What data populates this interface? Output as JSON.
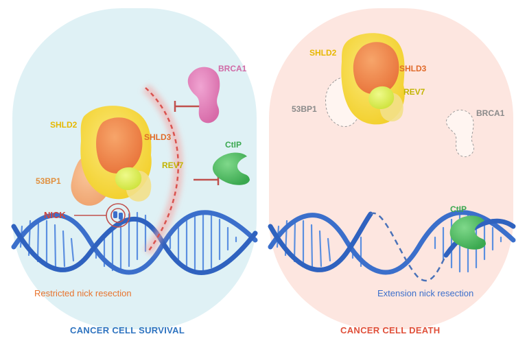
{
  "left_panel": {
    "labels": {
      "brca1": "BRCA1",
      "shld2": "SHLD2",
      "shld3": "SHLD3",
      "ctip": "CtIP",
      "rev7": "REV7",
      "bp53": "53BP1",
      "nick": "NICK"
    },
    "caption": "Restricted nick resection",
    "footer": "CANCER CELL SURVIVAL"
  },
  "right_panel": {
    "labels": {
      "shld2": "SHLD2",
      "shld3": "SHLD3",
      "rev7": "REV7",
      "bp53": "53BP1",
      "brca1": "BRCA1",
      "ctip": "CtIP"
    },
    "caption": "Extension nick resection",
    "footer": "CANCER CELL DEATH"
  },
  "colors": {
    "left_bg": "#dff1f5",
    "right_bg": "#fde6e0",
    "dna": "#3b6fcb",
    "shld2": "#f7d83a",
    "shld3": "#f08a4b",
    "rev7": "#dcef5a",
    "bp53": "#f5b380",
    "brca1": "#e07fb8",
    "ctip": "#4fbf63",
    "inhibit": "#c0504d",
    "footer_left": "#2f74c0",
    "footer_right": "#e0503a"
  }
}
